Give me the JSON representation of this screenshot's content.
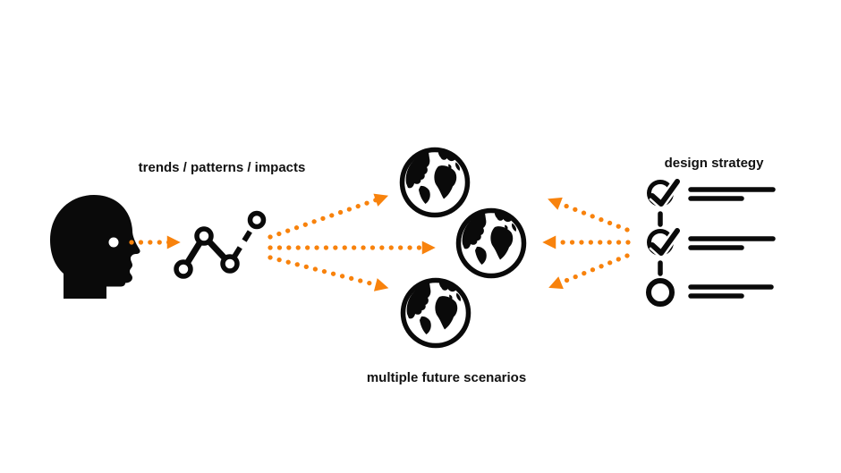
{
  "colors": {
    "background": "#ffffff",
    "accent_orange": "#F8820C",
    "ink": "#0a0a0a"
  },
  "labels": {
    "trends": "trends / patterns / impacts",
    "strategy": "design strategy",
    "scenarios": "multiple future scenarios"
  },
  "diagram": {
    "nodes": [
      {
        "id": "observer",
        "icon": "head-profile-icon"
      },
      {
        "id": "trend-analysis",
        "icon": "trend-line-icon",
        "label": "trends / patterns / impacts"
      },
      {
        "id": "future-scenarios",
        "icon": "globe-icon",
        "label": "multiple future scenarios",
        "globe_count": 3
      },
      {
        "id": "design-strategy",
        "icon": "checklist-icon",
        "label": "design strategy",
        "checked_items": 2,
        "unchecked_items": 1
      }
    ],
    "arrows": [
      {
        "from": "observer",
        "to": "trend-analysis",
        "style": "orange-dotted"
      },
      {
        "from": "trend-analysis",
        "to": "future-scenario-top",
        "style": "orange-dotted"
      },
      {
        "from": "trend-analysis",
        "to": "future-scenario-middle",
        "style": "orange-dotted"
      },
      {
        "from": "trend-analysis",
        "to": "future-scenario-bottom",
        "style": "orange-dotted"
      },
      {
        "from": "design-strategy",
        "to": "future-scenario-top",
        "style": "orange-dotted"
      },
      {
        "from": "design-strategy",
        "to": "future-scenario-middle",
        "style": "orange-dotted"
      },
      {
        "from": "design-strategy",
        "to": "future-scenario-bottom",
        "style": "orange-dotted"
      }
    ]
  }
}
